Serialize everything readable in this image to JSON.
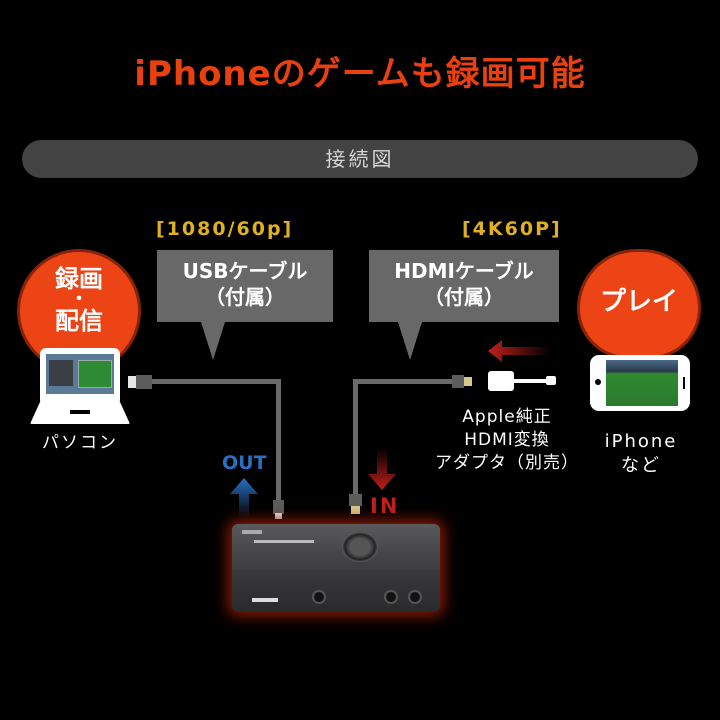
{
  "title": "iPhoneのゲームも録画可能",
  "section_header": "接続図",
  "left_device": {
    "role_label": [
      "録画",
      "・",
      "配信"
    ],
    "name": "パソコン",
    "icon": "laptop-icon"
  },
  "right_device": {
    "role_label": "プレイ",
    "name_lines": [
      "iPhone",
      "など"
    ],
    "icon": "smartphone-icon"
  },
  "usb_cable": {
    "spec": "[1080/60p]",
    "label_lines": [
      "USBケーブル",
      "（付属）"
    ]
  },
  "hdmi_cable": {
    "spec": "[4K60P]",
    "label_lines": [
      "HDMIケーブル",
      "（付属）"
    ]
  },
  "adapter": {
    "label_lines": [
      "Apple純正",
      "HDMI変換",
      "アダプタ（別売）"
    ]
  },
  "flow": {
    "out_label": "OUT",
    "in_label": "IN"
  },
  "colors": {
    "title": "#e8400f",
    "accent_circle": "#ed4416",
    "spec_text": "#e0b020",
    "out_arrow": "#2a6fc0",
    "in_arrow": "#c0201a",
    "bubble": "#686868",
    "header_pill": "#434343"
  }
}
